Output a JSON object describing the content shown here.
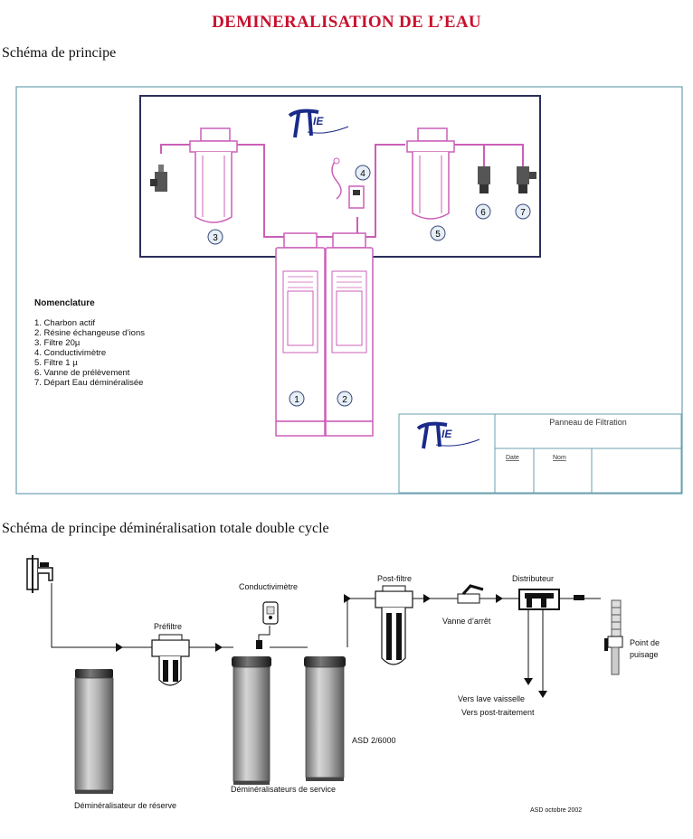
{
  "page": {
    "title": "DEMINERALISATION DE L’EAU",
    "subtitle_1": "Schéma de principe",
    "subtitle_2": "Schéma de principe déminéralisation totale double cycle"
  },
  "colors": {
    "title": "#c8102e",
    "magenta": "#cc5fb8",
    "panel_border": "#2b2f5a",
    "frame": "#6aa0b0",
    "cylinder": "#9a9a9a"
  },
  "diagram1": {
    "nomenclature_title": "Nomenclature",
    "nomenclature": [
      "1.   Charbon actif",
      "2.   Résine échangeuse d’ions",
      "3.   Filtre 20µ",
      "4.   Conductivimètre",
      "5.   Filtre 1 µ",
      "6.   Vanne de prélèvement",
      "7.   Départ  Eau déminéralisée"
    ],
    "callouts": [
      "1",
      "2",
      "3",
      "4",
      "5",
      "6",
      "7"
    ],
    "title_block": {
      "panel_name": "Panneau de Filtration",
      "date_label": "Date",
      "nom_label": "Nom"
    }
  },
  "diagram2": {
    "labels": {
      "prefiltre": "Préfiltre",
      "conductivimetre": "Conductivimètre",
      "post_filtre": "Post-filtre",
      "vanne_arret": "Vanne d’arrêt",
      "distributeur": "Distributeur",
      "point_puisage_1": "Point de",
      "point_puisage_2": "puisage",
      "vers_lave_vaisselle": "Vers lave vaisselle",
      "vers_post_traitement": "Vers post-traitement",
      "asd": "ASD 2/6000",
      "demin_reserve": "Déminéralisateur de réserve",
      "demin_service": "Déminéralisateurs de service",
      "asd_date": "ASD octobre 2002"
    }
  }
}
